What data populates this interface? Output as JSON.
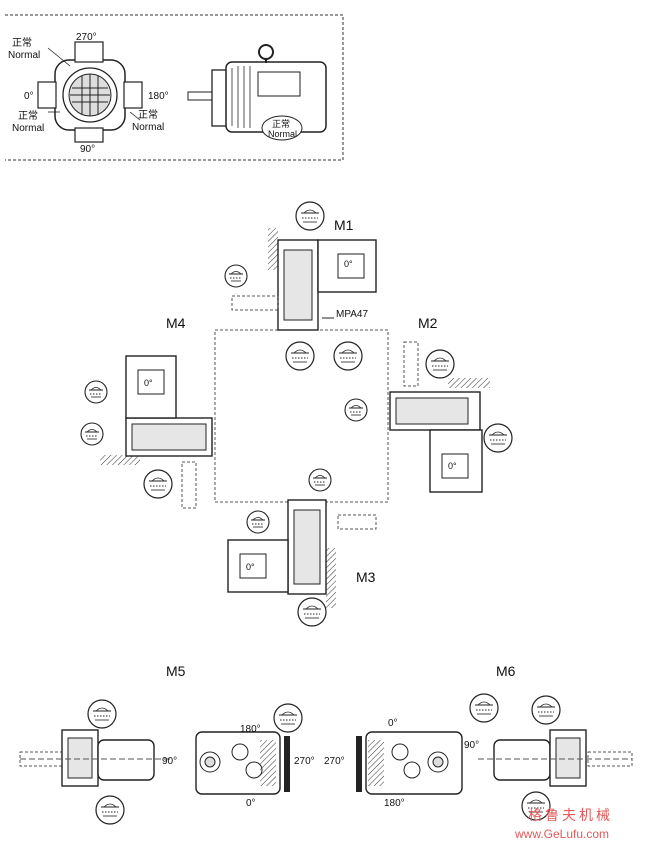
{
  "inset": {
    "normal_cn": "正常",
    "normal_en": "Normal",
    "angle_270": "270°",
    "angle_180": "180°",
    "angle_0": "0°",
    "angle_90": "90°"
  },
  "positions": {
    "m1": "M1",
    "m2": "M2",
    "m3": "M3",
    "m4": "M4",
    "m5": "M5",
    "m6": "M6",
    "mpa": "MPA47",
    "motor_zero": "0°"
  },
  "m5_angles": {
    "a180": "180°",
    "a90": "90°",
    "a270": "270°",
    "a0": "0°"
  },
  "m6_angles": {
    "a0": "0°",
    "a270": "270°",
    "a90": "90°",
    "a180": "180°"
  },
  "watermark": {
    "cn": "格鲁夫机械",
    "url": "www.GeLufu.com"
  }
}
